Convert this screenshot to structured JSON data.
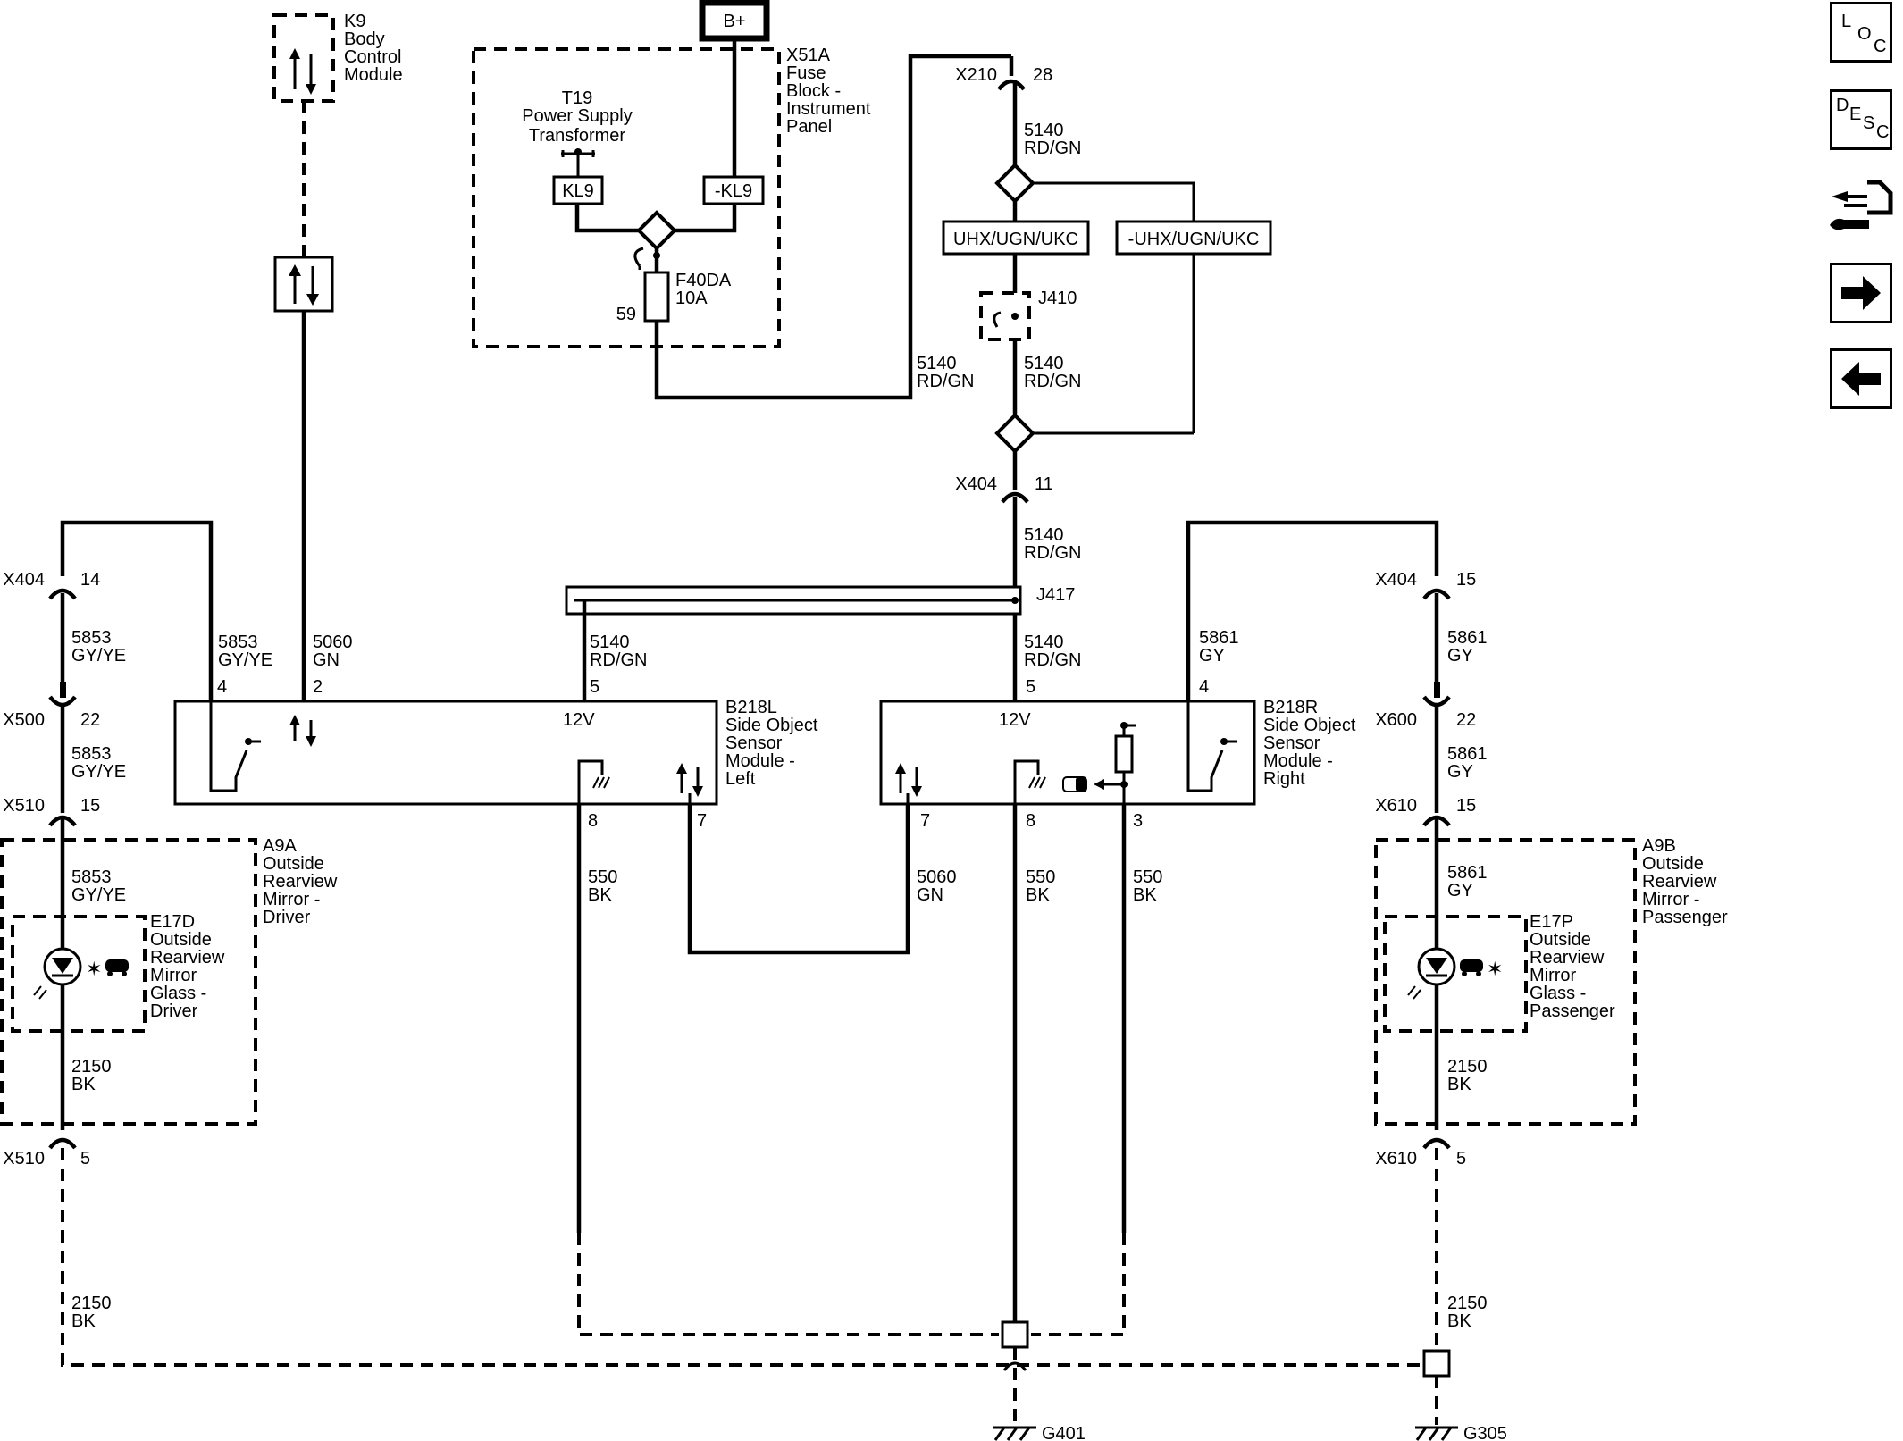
{
  "nav": {
    "loc": [
      "L",
      "O",
      "C"
    ],
    "desc": [
      "D",
      "E",
      "S",
      "C"
    ]
  },
  "components": {
    "k9": [
      "K9",
      "Body",
      "Control",
      "Module"
    ],
    "x51a": [
      "X51A",
      "Fuse",
      "Block -",
      "Instrument",
      "Panel"
    ],
    "bplus": "B+",
    "t19": [
      "T19",
      "Power Supply",
      "Transformer"
    ],
    "kl9": "KL9",
    "nkl9": "-KL9",
    "fuse": [
      "F40DA",
      "10A"
    ],
    "fuse_pin": "59",
    "uhx": "UHX/UGN/UKC",
    "nuhx": "-UHX/UGN/UKC",
    "j410": "J410",
    "j417": "J417",
    "b218l": [
      "B218L",
      "Side Object",
      "Sensor",
      "Module -",
      "Left"
    ],
    "b218r": [
      "B218R",
      "Side Object",
      "Sensor",
      "Module -",
      "Right"
    ],
    "a9a": [
      "A9A",
      "Outside",
      "Rearview",
      "Mirror -",
      "Driver"
    ],
    "a9b": [
      "A9B",
      "Outside",
      "Rearview",
      "Mirror -",
      "Passenger"
    ],
    "e17d": [
      "E17D",
      "Outside",
      "Rearview",
      "Mirror",
      "Glass -",
      "Driver"
    ],
    "e17p": [
      "E17P",
      "Outside",
      "Rearview",
      "Mirror",
      "Glass -",
      "Passenger"
    ],
    "v12": "12V",
    "g401": "G401",
    "g305": "G305"
  },
  "connectors": {
    "x210": "X210",
    "x210_pin": "28",
    "x404": "X404",
    "x404_11": "11",
    "x404_14": "14",
    "x404_15": "15",
    "x500": "X500",
    "x500_pin": "22",
    "x600": "X600",
    "x600_pin": "22",
    "x510": "X510",
    "x510_15": "15",
    "x510_5": "5",
    "x610": "X610",
    "x610_15": "15",
    "x610_5": "5"
  },
  "pins": {
    "l4": "4",
    "l2": "2",
    "l5": "5",
    "l8": "8",
    "l7": "7",
    "r5": "5",
    "r4": "4",
    "r7": "7",
    "r8": "8",
    "r3": "3"
  },
  "wires": {
    "w5140": [
      "5140",
      "RD/GN"
    ],
    "w5853": [
      "5853",
      "GY/YE"
    ],
    "w5060": [
      "5060",
      "GN"
    ],
    "w5861": [
      "5861",
      "GY"
    ],
    "w550": [
      "550",
      "BK"
    ],
    "w2150": [
      "2150",
      "BK"
    ]
  }
}
